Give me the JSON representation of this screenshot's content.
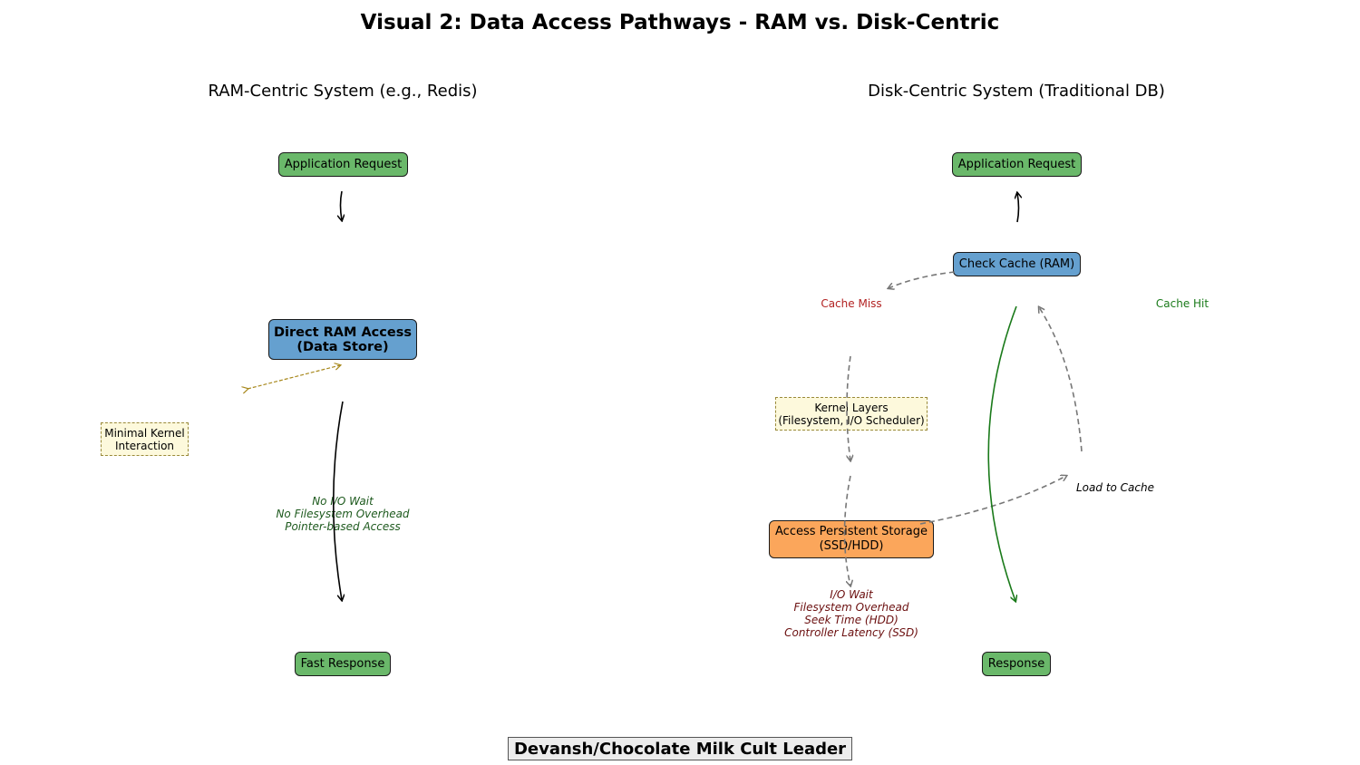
{
  "title": "Visual 2: Data Access Pathways - RAM vs. Disk-Centric",
  "left": {
    "heading": "RAM-Centric System (e.g., Redis)",
    "app_request": "Application Request",
    "ram_access": "Direct RAM Access\n(Data Store)",
    "kernel_note": "Minimal Kernel\nInteraction",
    "benefits": "No I/O Wait\nNo Filesystem Overhead\nPointer-based Access",
    "response": "Fast Response"
  },
  "right": {
    "heading": "Disk-Centric System (Traditional DB)",
    "app_request": "Application Request",
    "check_cache": "Check Cache (RAM)",
    "cache_miss": "Cache Miss",
    "cache_hit": "Cache Hit",
    "kernel_layers": "Kernel Layers\n(Filesystem, I/O Scheduler)",
    "load_to_cache": "Load to Cache",
    "storage": "Access Persistent Storage\n(SSD/HDD)",
    "costs": "I/O Wait\nFilesystem Overhead\nSeek Time (HDD)\nController Latency (SSD)",
    "response": "Response"
  },
  "footer": "Devansh/Chocolate Milk Cult Leader",
  "colors": {
    "green_box": "#6ab86a",
    "blue_box": "#65a0cf",
    "orange_box": "#fba65b",
    "note_bg": "#fdf9dc",
    "miss_red": "#b22222",
    "hit_green": "#1a7a1a",
    "cost_text": "#6b0f0f",
    "benefit_text": "#1e5a1e",
    "kernel_arrow": "#a8891e",
    "gray_arrow": "#777777"
  }
}
